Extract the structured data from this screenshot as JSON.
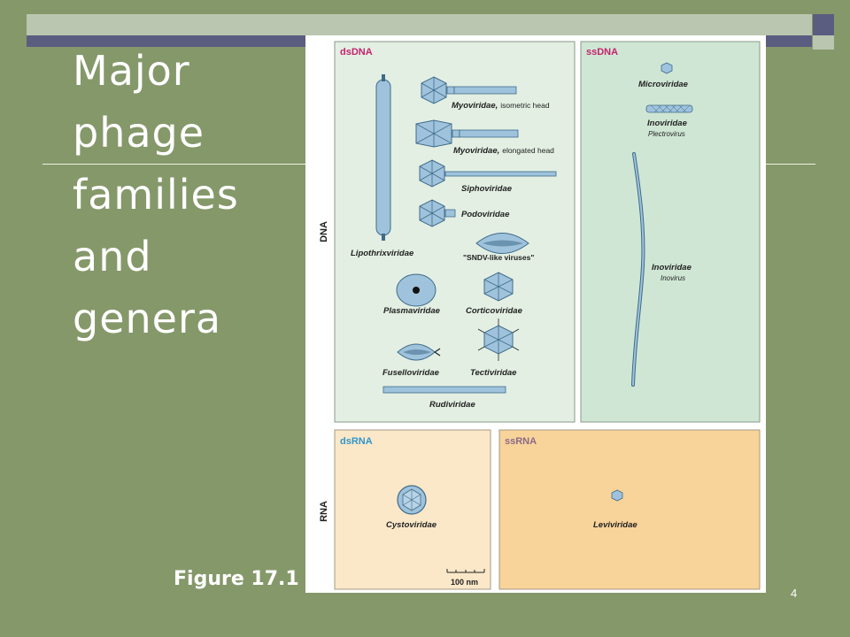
{
  "slide": {
    "title_lines": [
      "Major",
      "phage",
      "families",
      "and",
      "genera"
    ],
    "caption": "Figure 17.1",
    "page_number": "4"
  },
  "figure": {
    "row_labels": {
      "dna": "DNA",
      "rna": "RNA"
    },
    "panels": {
      "dsdna": "dsDNA",
      "ssdna": "ssDNA",
      "dsrna": "dsRNA",
      "ssrna": "ssRNA"
    },
    "labels": {
      "myo_iso": "Myoviridae,",
      "myo_iso_sub": "isometric head",
      "myo_elong": "Myoviridae,",
      "myo_elong_sub": "elongated head",
      "sipho": "Siphoviridae",
      "podo": "Podoviridae",
      "lipo": "Lipothrixviridae",
      "sndv": "\"SNDV-like viruses\"",
      "plasma": "Plasmaviridae",
      "cortico": "Corticoviridae",
      "fusello": "Fuselloviridae",
      "tecti": "Tectiviridae",
      "rudi": "Rudiviridae",
      "micro": "Microviridae",
      "ino1": "Inoviridae",
      "ino1_sub": "Plectrovirus",
      "ino2": "Inoviridae",
      "ino2_sub": "Inovirus",
      "cysto": "Cystoviridae",
      "levi": "Leviviridae",
      "scale": "100 nm"
    },
    "colors": {
      "dsdna_bg": "#e3efe3",
      "ssdna_bg": "#cfe6d4",
      "dsrna_bg": "#fbe8c8",
      "ssrna_bg": "#f8d39a",
      "dna_label": "#c5226d",
      "rna_label": "#2f95c8",
      "ssrna_label": "#8a6a88",
      "virion": "#9fc3dc",
      "virion_stroke": "#3f6b8a"
    }
  }
}
